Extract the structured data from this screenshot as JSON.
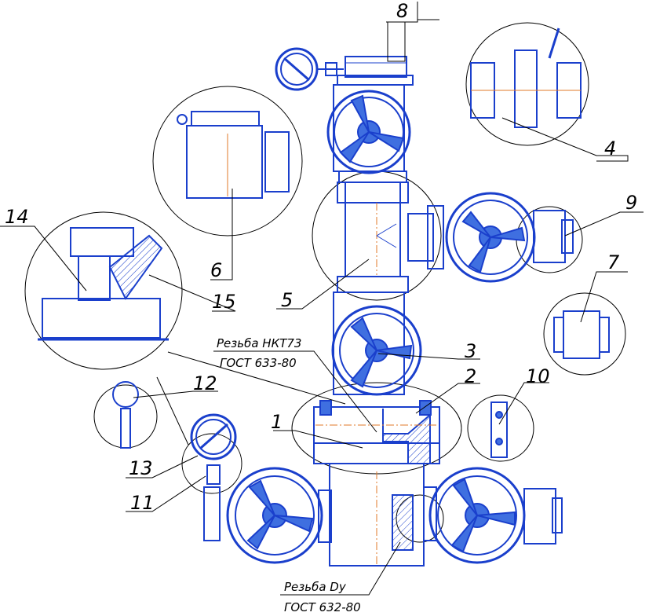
{
  "callouts": [
    "1",
    "2",
    "3",
    "4",
    "5",
    "6",
    "7",
    "8",
    "9",
    "10",
    "11",
    "12",
    "13",
    "14",
    "15"
  ],
  "notes": {
    "thread_nkt_line1": "Резьба НКТ73",
    "thread_nkt_line2": "ГОСТ 633-80",
    "thread_dy_line1": "Резьба Dy",
    "thread_dy_line2": "ГОСТ 632-80"
  },
  "colors": {
    "part": "#1a3fcc",
    "fill": "#3f6fe0",
    "thin": "#2a5bd8",
    "center": "#e07a2a",
    "line": "#000000"
  }
}
